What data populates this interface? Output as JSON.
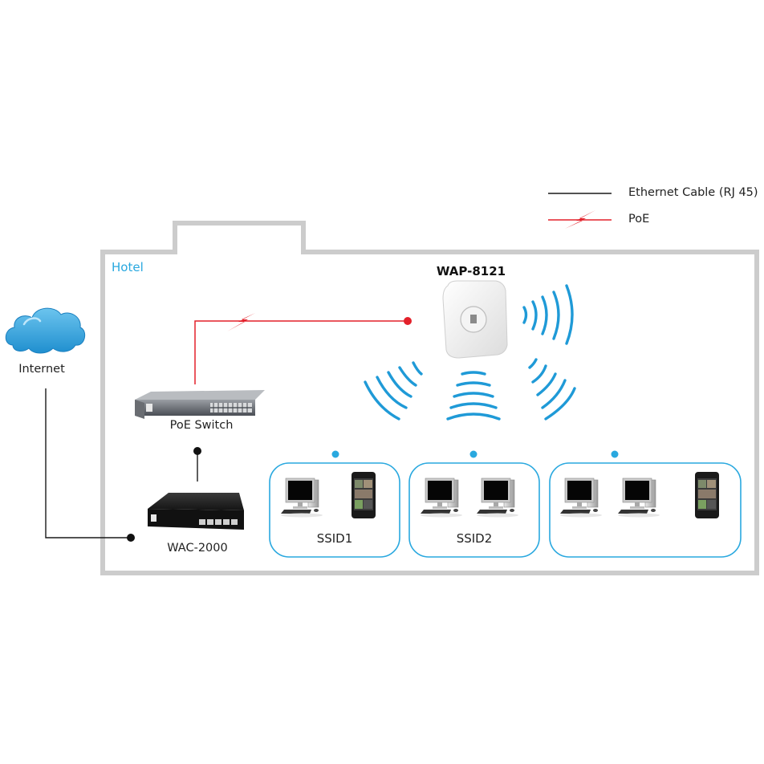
{
  "legend": {
    "items": [
      {
        "label": "Ethernet Cable (RJ 45)",
        "style": "ethernet",
        "color": "#1a1a1a"
      },
      {
        "label": "PoE",
        "style": "poe",
        "color": "#e3202a"
      }
    ]
  },
  "colors": {
    "building_wall": "#cccccc",
    "accent_blue": "#29a8df",
    "poe_red": "#e3202a",
    "cable_black": "#1a1a1a"
  },
  "internet": {
    "label": "Internet",
    "icon": "cloud-icon"
  },
  "building": {
    "label": "Hotel"
  },
  "devices": {
    "poe_switch": {
      "label": "PoE Switch",
      "icon": "network-switch-icon"
    },
    "controller": {
      "label": "WAC-2000",
      "icon": "wireless-controller-icon"
    },
    "access_point": {
      "label": "WAP-8121",
      "icon": "ceiling-access-point-icon"
    }
  },
  "ssid_groups": [
    {
      "label": "SSID1",
      "devices": [
        "desktop-pc",
        "smartphone"
      ]
    },
    {
      "label": "SSID2",
      "devices": [
        "desktop-pc",
        "desktop-pc"
      ]
    },
    {
      "label": "",
      "devices": [
        "desktop-pc",
        "desktop-pc",
        "smartphone"
      ]
    }
  ]
}
